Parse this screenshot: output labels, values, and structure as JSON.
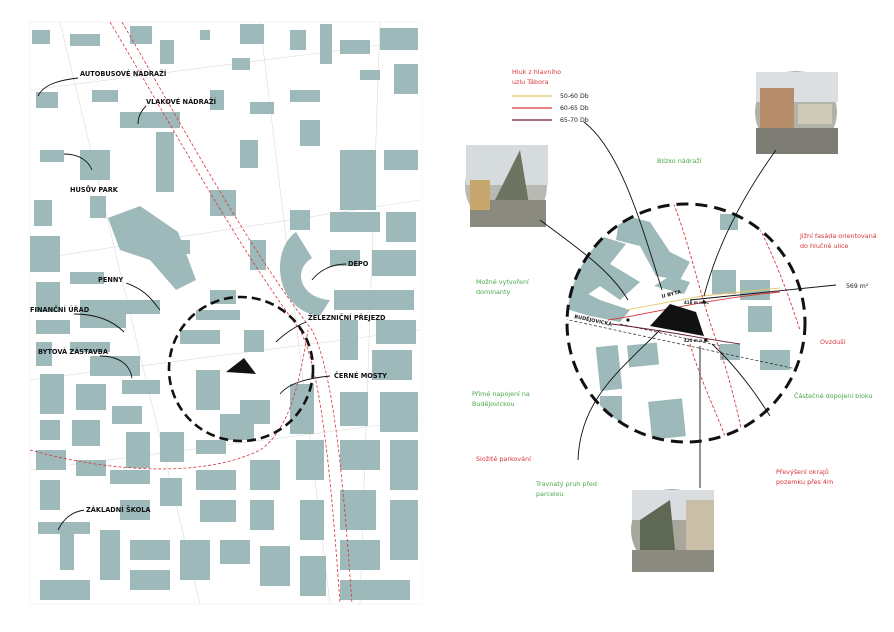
{
  "left_map": {
    "labels": {
      "bus_station": "AUTOBUSOVÉ NÁDRAŽÍ",
      "train_station": "VLAKOVÉ NÁDRAŽÍ",
      "hus_park": "HUSŮV PARK",
      "penny": "PENNY",
      "tax_office": "FINANČNÍ ÚŘAD",
      "housing": "BYTOVÁ ZÁSTAVBA",
      "depo": "DEPO",
      "rail_crossing": "ŽELEZNIČNÍ PŘEJEZD",
      "black_bridges": "ČERNÉ MOSTY",
      "school": "ZÁKLADNÍ ŠKOLA"
    }
  },
  "right_map": {
    "legend": {
      "title_line1": "Hluk z hlavního",
      "title_line2": "uzlu Tábora",
      "items": [
        {
          "label": "50-60 Db",
          "color": "#e8c86a"
        },
        {
          "label": "60-65 Db",
          "color": "#d8353b"
        },
        {
          "label": "65-70 Db",
          "color": "#6b1a2a"
        }
      ]
    },
    "annotations": {
      "near_station": "Blízko nádraží",
      "south_facade_1": "Jižní fasáda orientovaná",
      "south_facade_2": "do hlučné ulice",
      "area": "569 m²",
      "dominant_1": "Možné vytvoření",
      "dominant_2": "dominanty",
      "air": "Ovzduší",
      "partial_block": "Částečné dopojení bloku",
      "direct_1": "Přímé napojení na",
      "direct_2": "Budějovickou",
      "parking": "Složité parkování",
      "grass_1": "Travnatý pruh před",
      "grass_2": "parcelou",
      "elevation_1": "Převýšení okrajů",
      "elevation_2": "pozemku přes 4m",
      "street_u_byta": "U BYTA",
      "street_budejovicka": "BUDĚJOVICKÁ",
      "height_1": "416 m n.m.",
      "height_2": "420 m n.m."
    }
  }
}
